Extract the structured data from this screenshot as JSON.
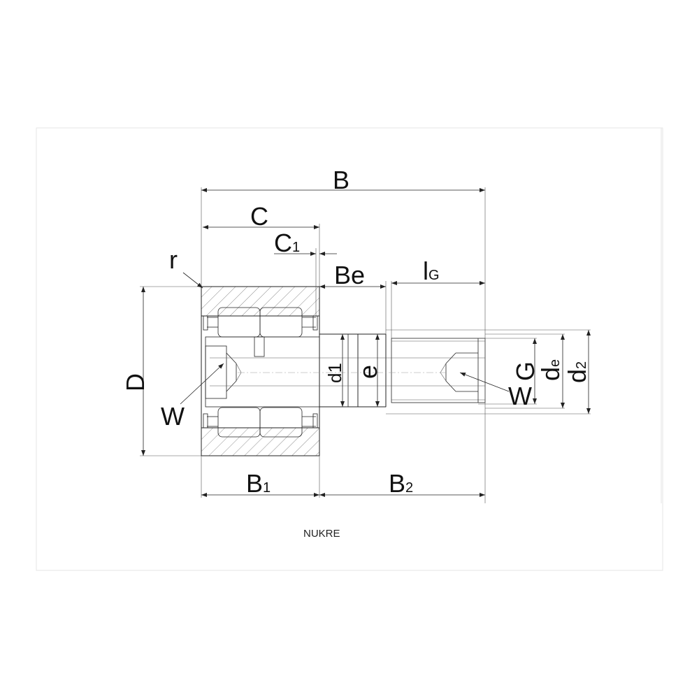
{
  "labels": {
    "B": "B",
    "C": "C",
    "C1_main": "C",
    "C1_sub": "1",
    "Be": "Be",
    "lG_main": "l",
    "lG_sub": "G",
    "r": "r",
    "D": "D",
    "W_left": "W",
    "W_right": "W",
    "G": "G",
    "de_main": "d",
    "de_sub": "e",
    "d2_main": "d",
    "d2_sub": "2",
    "d1": "d1",
    "e": "e",
    "B1_main": "B",
    "B1_sub": "1",
    "B2_main": "B",
    "B2_sub": "2"
  },
  "caption": "NUKRE",
  "colors": {
    "line": "#222222",
    "frame": "#e6e6e6"
  }
}
